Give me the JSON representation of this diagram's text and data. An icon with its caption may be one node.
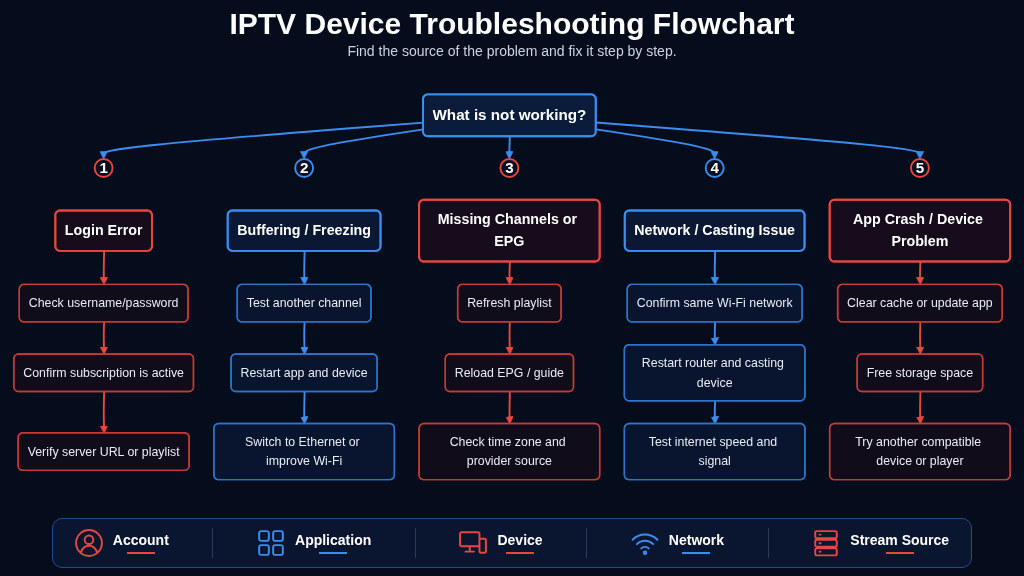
{
  "diagram": {
    "title": "IPTV Device Troubleshooting Flowchart",
    "nodes": [
      {
        "text": [
          "What is not working?"
        ]
      },
      {
        "text": [
          "1"
        ]
      },
      {
        "text": [
          "Login Error"
        ]
      },
      {
        "text": [
          "Check username/password"
        ]
      },
      {
        "text": [
          "Confirm subscription is active"
        ]
      },
      {
        "text": [
          "Verify server URL or playlist"
        ]
      },
      {
        "text": [
          "2"
        ]
      },
      {
        "text": [
          "Buffering / Freezing"
        ]
      },
      {
        "text": [
          "Test another channel"
        ]
      },
      {
        "text": [
          "Restart app and device"
        ]
      },
      {
        "text": [
          "Switch to Ethernet or improve Wi-Fi"
        ]
      },
      {
        "text": [
          "3"
        ]
      },
      {
        "text": [
          "Missing Channels or EPG"
        ]
      },
      {
        "text": [
          "Refresh playlist"
        ]
      },
      {
        "text": [
          "Reload EPG / guide"
        ]
      },
      {
        "text": [
          "Check time zone and provider source"
        ]
      },
      {
        "text": [
          "4"
        ]
      },
      {
        "text": [
          "Network / Casting Issue"
        ]
      },
      {
        "text": [
          "Confirm same Wi-Fi network"
        ]
      },
      {
        "text": [
          "Restart router and casting device"
        ]
      },
      {
        "text": [
          "Test internet speed and signal"
        ]
      },
      {
        "text": [
          "5"
        ]
      },
      {
        "text": [
          "App Crash / Device Problem"
        ]
      },
      {
        "text": [
          "Clear cache or update app"
        ]
      },
      {
        "text": [
          "Free storage space"
        ]
      },
      {
        "text": [
          "Try another compatible device or player"
        ]
      }
    ],
    "edges": [
      {
        "from": 0,
        "to": 1,
        "arrow": "to"
      },
      {
        "from": 0,
        "to": 6,
        "arrow": "to"
      },
      {
        "from": 0,
        "to": 11,
        "arrow": "to"
      },
      {
        "from": 0,
        "to": 16,
        "arrow": "to"
      },
      {
        "from": 0,
        "to": 21,
        "arrow": "to"
      },
      {
        "from": 2,
        "to": 3,
        "arrow": "to",
        "color": "#e8463e"
      },
      {
        "from": 3,
        "to": 4,
        "arrow": "to",
        "color": "#e8463e"
      },
      {
        "from": 4,
        "to": 5,
        "arrow": "to",
        "color": "#e8463e"
      },
      {
        "from": 7,
        "to": 8,
        "arrow": "to"
      },
      {
        "from": 8,
        "to": 9,
        "arrow": "to"
      },
      {
        "from": 9,
        "to": 10,
        "arrow": "to"
      },
      {
        "from": 12,
        "to": 13,
        "arrow": "to",
        "color": "#e8463e"
      },
      {
        "from": 13,
        "to": 14,
        "arrow": "to",
        "color": "#e8463e"
      },
      {
        "from": 14,
        "to": 15,
        "arrow": "to",
        "color": "#e8463e"
      },
      {
        "from": 17,
        "to": 18,
        "arrow": "to"
      },
      {
        "from": 18,
        "to": 19,
        "arrow": "to"
      },
      {
        "from": 19,
        "to": 20,
        "arrow": "to"
      },
      {
        "from": 22,
        "to": 23,
        "arrow": "to",
        "color": "#e8463e"
      },
      {
        "from": 23,
        "to": 24,
        "arrow": "to",
        "color": "#e8463e"
      },
      {
        "from": 24,
        "to": 25,
        "arrow": "to",
        "color": "#e8463e"
      }
    ],
    "labels": [
      "Find the source of the problem and fix it step by step."
    ],
    "legend": [
      {
        "text": "Account",
        "color": "#e8463e"
      },
      {
        "text": "Application",
        "color": "#3b8df0"
      },
      {
        "text": "Device",
        "color": "#e8463e"
      },
      {
        "text": "Network",
        "color": "#3b8df0"
      },
      {
        "text": "Stream Source",
        "color": "#e8463e"
      }
    ]
  }
}
